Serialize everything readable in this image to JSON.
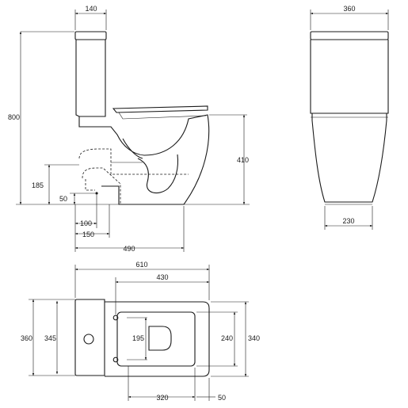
{
  "drawing": {
    "side_view": {
      "tank_depth": "140",
      "total_height": "800",
      "outlet_height": "410",
      "drain_height": "185",
      "drain_offset": "50",
      "wall_offset_a": "100",
      "wall_offset_b": "150",
      "total_depth": "490"
    },
    "front_view": {
      "tank_width": "360",
      "foot_width": "230"
    },
    "top_view": {
      "overall_length": "610",
      "seat_length": "430",
      "tank_width": "360",
      "inner_width": "345",
      "bowl_opening": "195",
      "seat_width": "240",
      "bowl_width": "340",
      "seat_depth": "320",
      "rear_gap": "50"
    }
  }
}
